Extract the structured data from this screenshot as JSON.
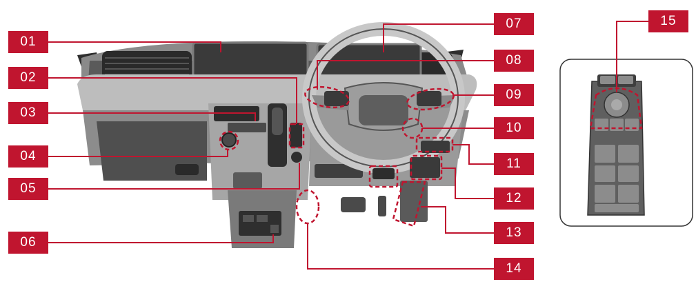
{
  "labels": [
    {
      "id": "01",
      "text": "01"
    },
    {
      "id": "02",
      "text": "02"
    },
    {
      "id": "03",
      "text": "03"
    },
    {
      "id": "04",
      "text": "04"
    },
    {
      "id": "05",
      "text": "05"
    },
    {
      "id": "06",
      "text": "06"
    },
    {
      "id": "07",
      "text": "07"
    },
    {
      "id": "08",
      "text": "08"
    },
    {
      "id": "09",
      "text": "09"
    },
    {
      "id": "10",
      "text": "10"
    },
    {
      "id": "11",
      "text": "11"
    },
    {
      "id": "12",
      "text": "12"
    },
    {
      "id": "13",
      "text": "13"
    },
    {
      "id": "14",
      "text": "14"
    },
    {
      "id": "15",
      "text": "15"
    }
  ],
  "colors": {
    "accent": "#c0152f",
    "dash_dark": "#3a3a3a",
    "dash_mid": "#6e6e6e",
    "dash_light": "#a9a9a9",
    "background": "#ffffff"
  }
}
